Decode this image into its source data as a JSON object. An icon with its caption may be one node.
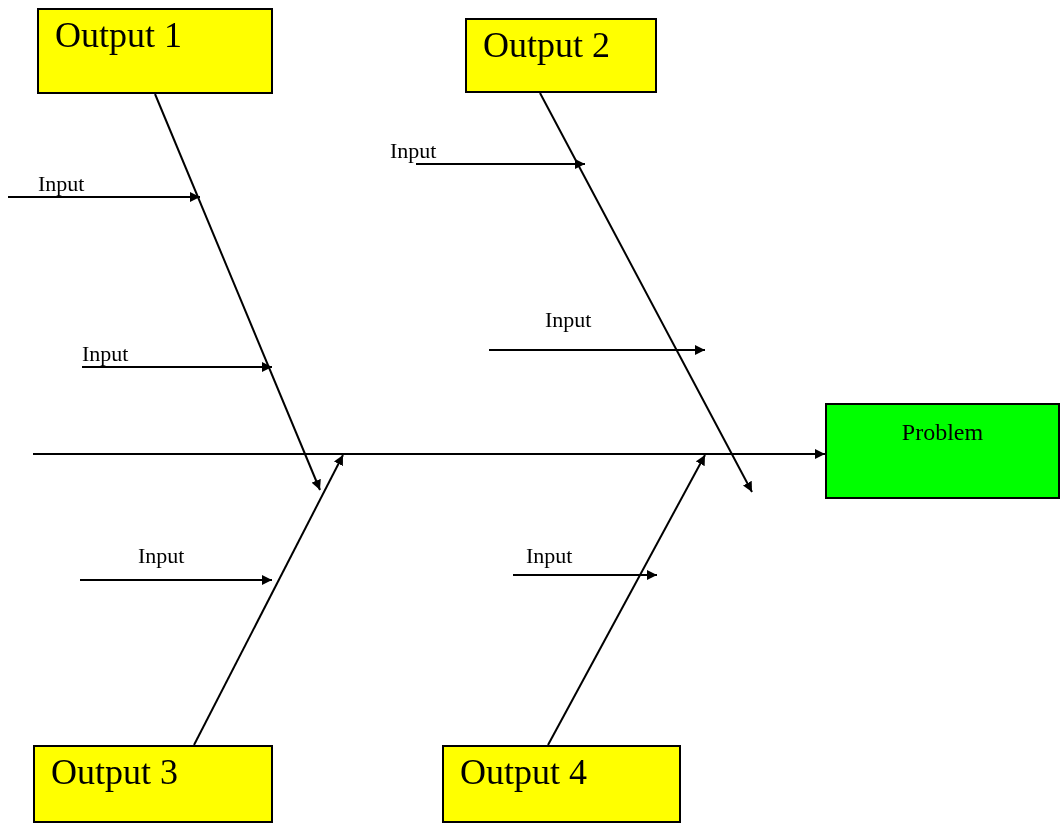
{
  "diagram": {
    "nodes": [
      {
        "text": [
          "Output 1"
        ]
      },
      {
        "text": [
          "Output 2"
        ]
      },
      {
        "text": [
          "Input"
        ]
      },
      {
        "text": [
          "Input"
        ]
      },
      {
        "text": [
          "Input"
        ]
      },
      {
        "text": [
          "Input"
        ]
      },
      {
        "text": [
          "Problem"
        ]
      },
      {
        "text": [
          "Input"
        ]
      },
      {
        "text": [
          "Input"
        ]
      },
      {
        "text": [
          "Output 3"
        ]
      },
      {
        "text": [
          "Output 4"
        ]
      }
    ],
    "edges": [
      {
        "from": 0,
        "to": null,
        "arrow": "to"
      },
      {
        "from": 1,
        "to": null,
        "arrow": "to"
      },
      {
        "from": 9,
        "to": null,
        "arrow": "to"
      },
      {
        "from": 10,
        "to": null,
        "arrow": "to"
      },
      {
        "from": null,
        "to": 6,
        "arrow": "to"
      },
      {
        "from": 2,
        "to": null,
        "arrow": "to"
      },
      {
        "from": 3,
        "to": null,
        "arrow": "to"
      },
      {
        "from": 4,
        "to": null,
        "arrow": "to"
      },
      {
        "from": 5,
        "to": null,
        "arrow": "to"
      },
      {
        "from": 7,
        "to": null,
        "arrow": "to"
      },
      {
        "from": 8,
        "to": null,
        "arrow": "to"
      }
    ]
  }
}
